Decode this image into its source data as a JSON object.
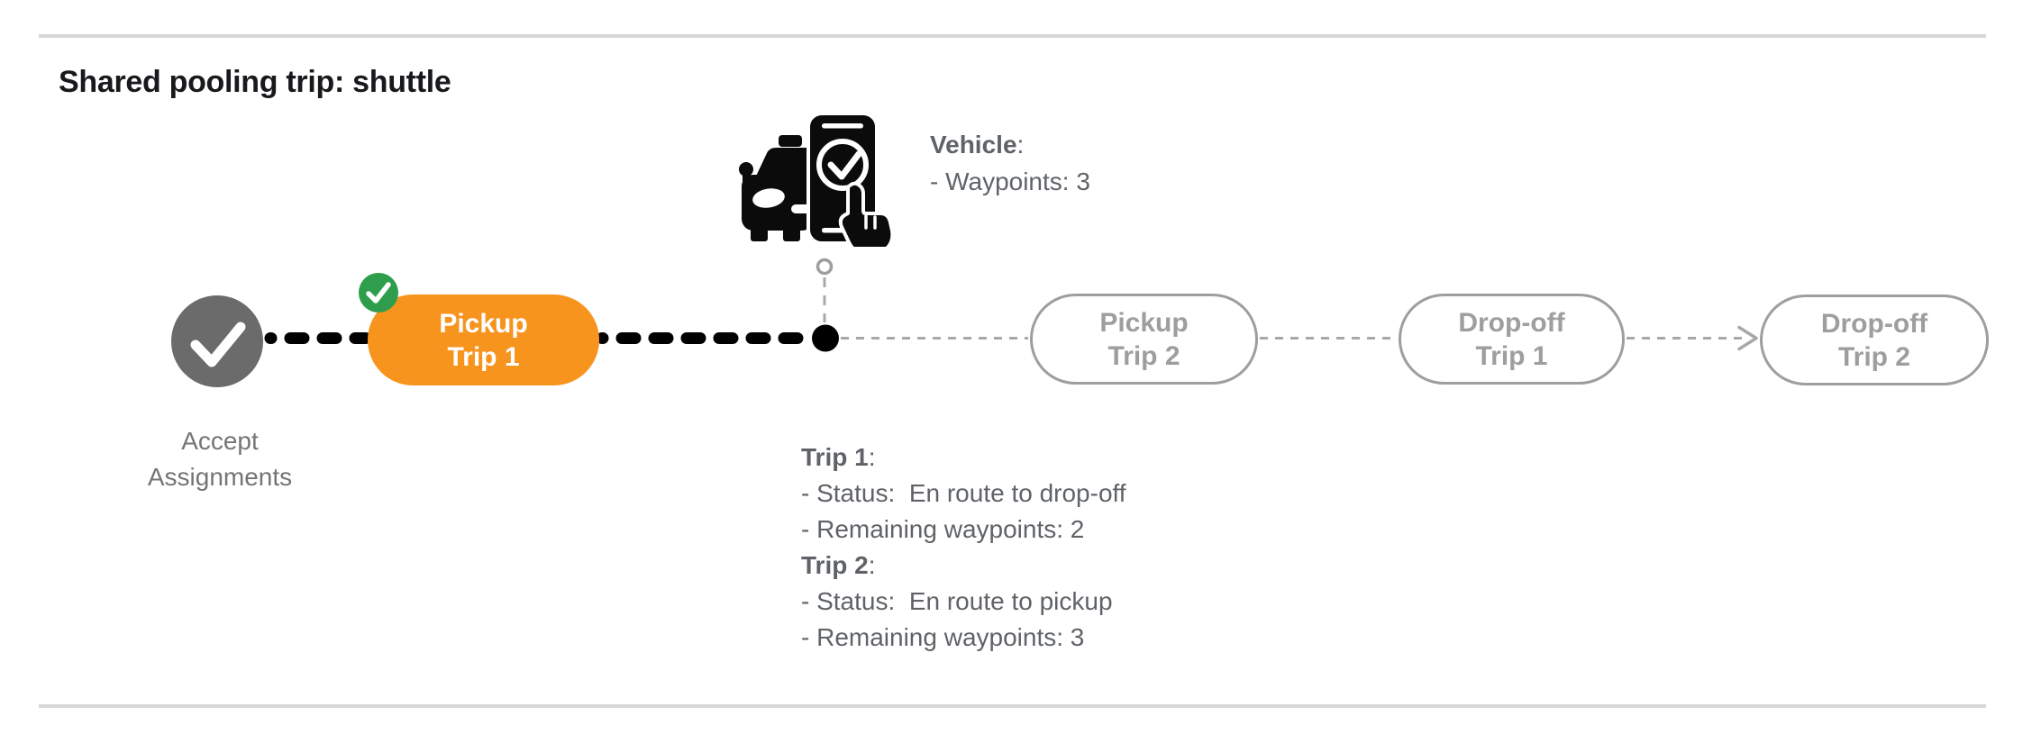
{
  "title": "Shared pooling trip: shuttle",
  "timeline": {
    "nodes": [
      {
        "id": "accept-assignments",
        "label": "Accept\nAssignments",
        "state": "completed"
      },
      {
        "id": "pickup-trip-1",
        "label": "Pickup\nTrip 1",
        "state": "current"
      },
      {
        "id": "pickup-trip-2",
        "label": "Pickup\nTrip 2",
        "state": "upcoming"
      },
      {
        "id": "drop-off-trip-1",
        "label": "Drop-off\nTrip 1",
        "state": "upcoming"
      },
      {
        "id": "drop-off-trip-2",
        "label": "Drop-off\nTrip 2",
        "state": "upcoming"
      }
    ]
  },
  "vehicle_info": {
    "heading": "Vehicle",
    "colon": ":",
    "lines": [
      "- Waypoints: 3"
    ]
  },
  "trip_info": {
    "sections": [
      {
        "heading": "Trip 1",
        "colon": ":",
        "lines": [
          "- Status:  En route to drop-off",
          "- Remaining waypoints: 2"
        ]
      },
      {
        "heading": "Trip 2",
        "colon": ":",
        "lines": [
          "- Status:  En route to pickup",
          "- Remaining waypoints: 3"
        ]
      }
    ]
  },
  "icons": {
    "completed_node": "checkmark-icon",
    "trip1_done_badge": "check-badge-icon",
    "vehicle": "vehicle-phone-check-icon",
    "vehicle_position": "vehicle-position-dot",
    "next_step": "arrowhead-icon"
  },
  "colors": {
    "active_orange": "#F7941E",
    "badge_green": "#2F9E4C",
    "completed_gray": "#6B6B6B",
    "upcoming_gray": "#9E9E9E",
    "info_text_gray": "#5F6368",
    "label_gray": "#757575",
    "divider_gray": "#D8D8D8",
    "connector_black": "#000000"
  }
}
